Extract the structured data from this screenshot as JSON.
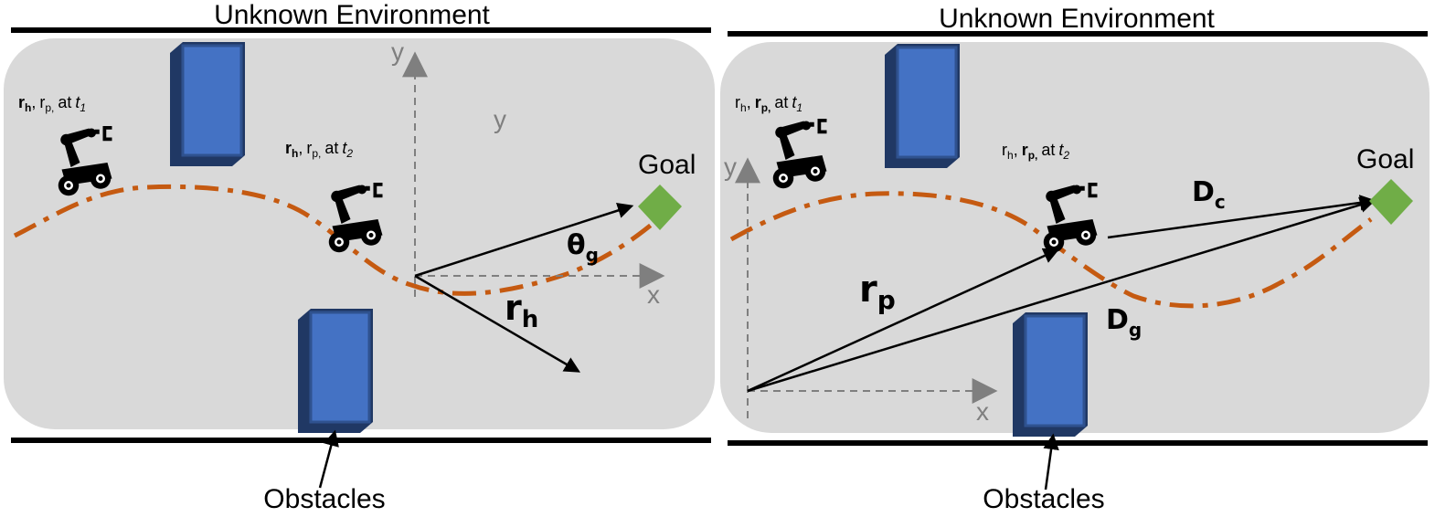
{
  "panels": [
    {
      "title": "Unknown Environment",
      "label_t1": {
        "rh": "r",
        "rh_sub": "h",
        "sep": ",",
        "rp": "r",
        "rp_sub": "p,",
        "at": "at",
        "t": "t",
        "t_sub": "1"
      },
      "label_t2": {
        "rh": "r",
        "rh_sub": "h",
        "sep": ",",
        "rp": "r",
        "rp_sub": "p,",
        "at": "at",
        "t": "t",
        "t_sub": "2"
      },
      "goal": "Goal",
      "axis_y": "y",
      "axis_x": "x",
      "axis_y2": "y",
      "theta": "θ",
      "theta_sub": "g",
      "vector": "r",
      "vector_sub": "h",
      "obstacles": "Obstacles"
    },
    {
      "title": "Unknown Environment",
      "label_t1": {
        "rh": "r",
        "rh_sub": "h",
        "sep": ",",
        "rp": "r",
        "rp_sub": "p,",
        "at": "at",
        "t": "t",
        "t_sub": "1"
      },
      "label_t2": {
        "rh": "r",
        "rh_sub": "h",
        "sep": ",",
        "rp": "r",
        "rp_sub": "p,",
        "at": "at",
        "t": "t",
        "t_sub": "2"
      },
      "goal": "Goal",
      "axis_y": "y",
      "axis_x": "x",
      "dc": "D",
      "dc_sub": "c",
      "dg": "D",
      "dg_sub": "g",
      "rp": "r",
      "rp_sub": "p",
      "obstacles": "Obstacles"
    }
  ],
  "colors": {
    "panel_bg": "#d9d9d9",
    "path": "#c55a11",
    "goal": "#70ad47",
    "obstacle_face": "#4472c4",
    "obstacle_side": "#203864",
    "axis": "#7f7f7f"
  }
}
